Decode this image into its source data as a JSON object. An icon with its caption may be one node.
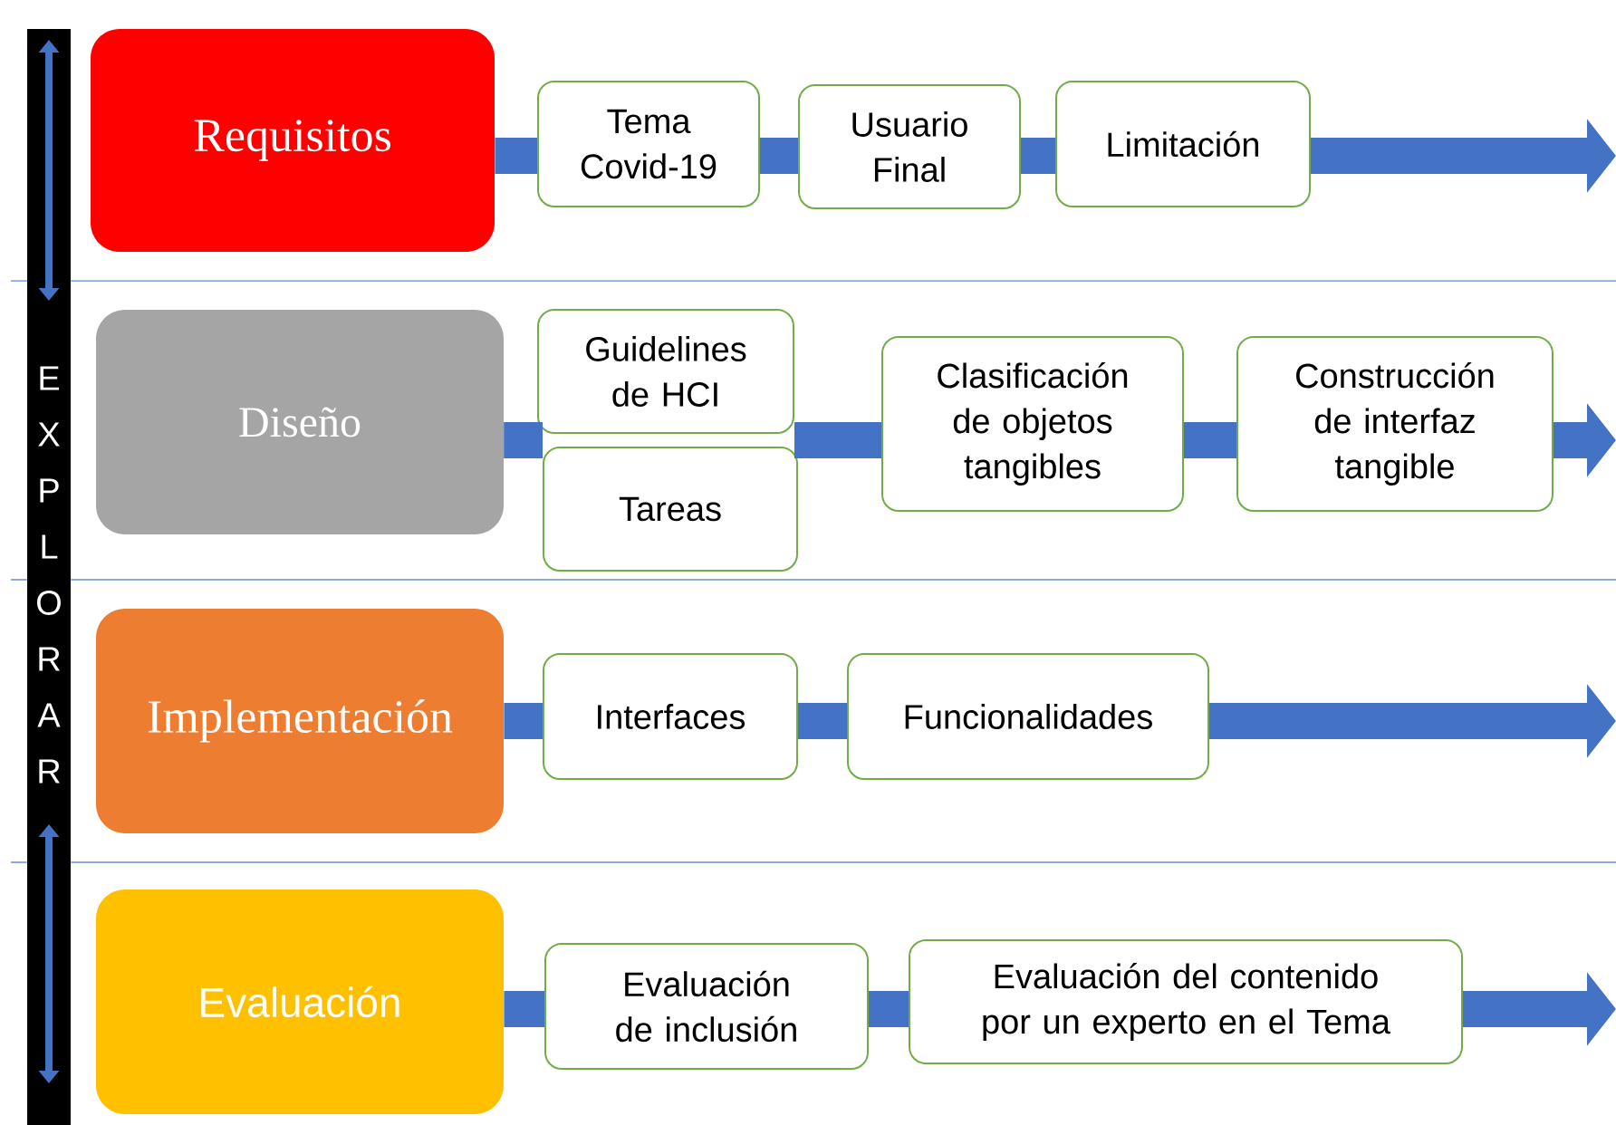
{
  "diagram": {
    "nodes": [
      {
        "text": [
          "Requisitos"
        ]
      },
      {
        "text": [
          "Tema Covid-19"
        ]
      },
      {
        "text": [
          "Usuario Final"
        ]
      },
      {
        "text": [
          "Limitación"
        ]
      },
      {
        "text": [
          "Diseño"
        ]
      },
      {
        "text": [
          "Guidelines de HCI"
        ]
      },
      {
        "text": [
          "Tareas"
        ]
      },
      {
        "text": [
          "Clasificación de objetos tangibles"
        ]
      },
      {
        "text": [
          "Construcción de interfaz tangible"
        ]
      },
      {
        "text": [
          "Implementación"
        ]
      },
      {
        "text": [
          "Interfaces"
        ]
      },
      {
        "text": [
          "Funcionalidades"
        ]
      },
      {
        "text": [
          "Evaluación"
        ]
      },
      {
        "text": [
          "Evaluación de inclusión"
        ]
      },
      {
        "text": [
          "Evaluación del contenido por un experto en el Tema"
        ]
      }
    ],
    "edges": [
      {
        "from": 0,
        "to": 1,
        "arrow": "none"
      },
      {
        "from": 1,
        "to": 2,
        "arrow": "none"
      },
      {
        "from": 2,
        "to": 3,
        "arrow": "none"
      },
      {
        "from": 3,
        "to": null,
        "arrow": "to"
      },
      {
        "from": 4,
        "to": 5,
        "arrow": "none"
      },
      {
        "from": 4,
        "to": 6,
        "arrow": "none"
      },
      {
        "from": 5,
        "to": 7,
        "arrow": "none"
      },
      {
        "from": 6,
        "to": 7,
        "arrow": "none"
      },
      {
        "from": 7,
        "to": 8,
        "arrow": "none"
      },
      {
        "from": 8,
        "to": null,
        "arrow": "to"
      },
      {
        "from": 9,
        "to": 10,
        "arrow": "none"
      },
      {
        "from": 10,
        "to": 11,
        "arrow": "none"
      },
      {
        "from": 11,
        "to": null,
        "arrow": "to"
      },
      {
        "from": 12,
        "to": 13,
        "arrow": "none"
      },
      {
        "from": 13,
        "to": 14,
        "arrow": "none"
      },
      {
        "from": 14,
        "to": null,
        "arrow": "to"
      }
    ],
    "labels": [
      "EXPLORAR"
    ]
  }
}
